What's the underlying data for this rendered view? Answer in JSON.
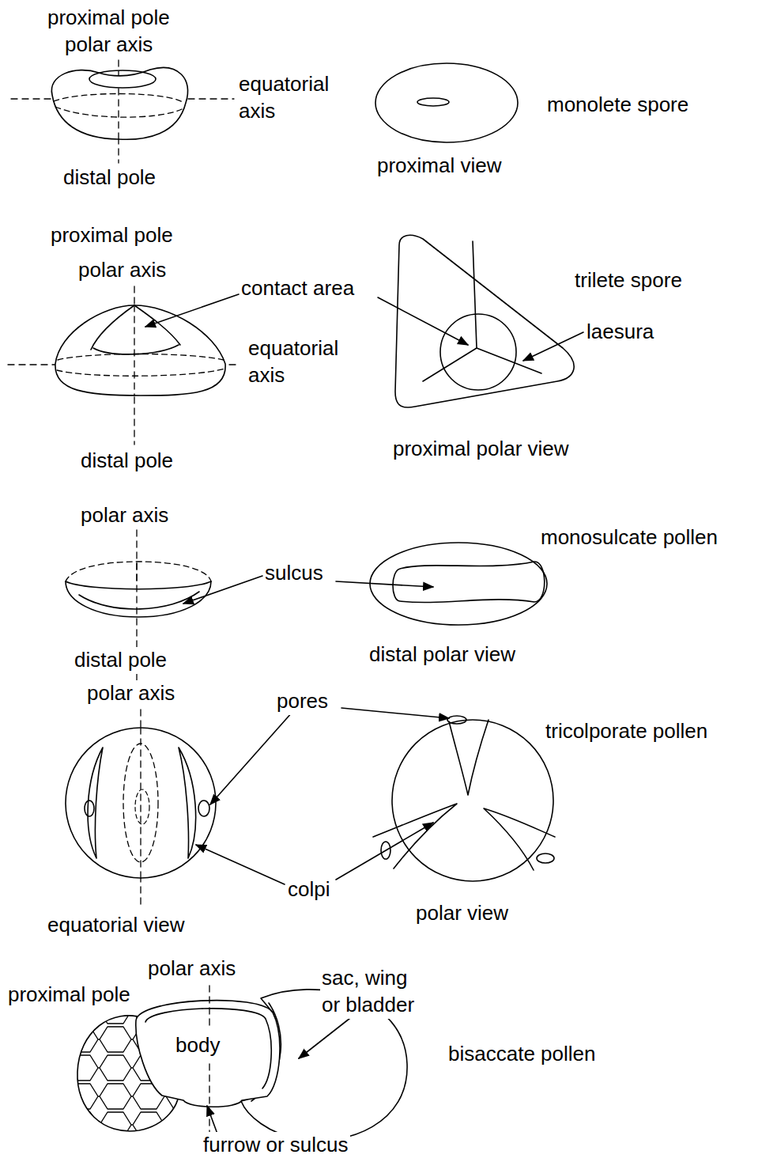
{
  "diagram": {
    "labels": [
      "proximal pole",
      "polar axis",
      "equatorial axis",
      "distal pole",
      "proximal view",
      "monolete spore",
      "proximal pole",
      "polar axis",
      "contact area",
      "equatorial axis",
      "distal pole",
      "trilete spore",
      "laesura",
      "proximal polar view",
      "polar axis",
      "monosulcate pollen",
      "sulcus",
      "distal pole",
      "distal polar view",
      "polar axis",
      "pores",
      "tricolporate pollen",
      "colpi",
      "equatorial view",
      "polar view",
      "polar axis",
      "proximal pole",
      "sac, wing or bladder",
      "body",
      "bisaccate pollen",
      "furrow or sulcus"
    ]
  }
}
